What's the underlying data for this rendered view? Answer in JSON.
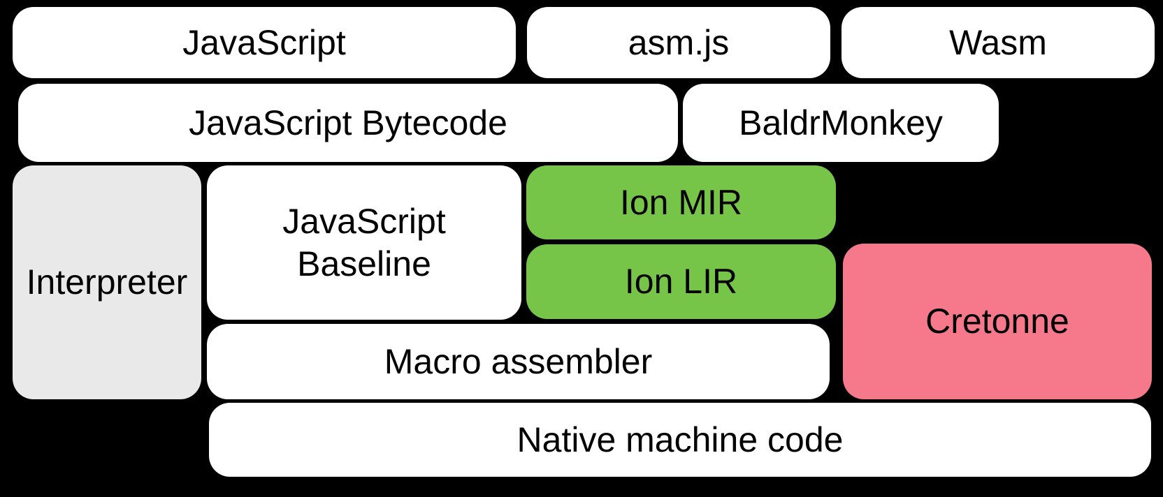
{
  "diagram": {
    "background": "#000000",
    "text_color": "#000000",
    "colors": {
      "white": "#ffffff",
      "gray": "#e9e9e9",
      "green": "#76c549",
      "pink": "#f5798a"
    },
    "boxes": {
      "javascript": {
        "label": "JavaScript",
        "color": "#ffffff"
      },
      "asmjs": {
        "label": "asm.js",
        "color": "#ffffff"
      },
      "wasm": {
        "label": "Wasm",
        "color": "#ffffff"
      },
      "bytecode": {
        "label": "JavaScript Bytecode",
        "color": "#ffffff"
      },
      "baldrmonkey": {
        "label": "BaldrMonkey",
        "color": "#ffffff"
      },
      "interpreter": {
        "label": "Interpreter",
        "color": "#e9e9e9"
      },
      "baseline": {
        "lines": [
          "JavaScript",
          "Baseline"
        ],
        "color": "#ffffff"
      },
      "ion_mir": {
        "label": "Ion MIR",
        "color": "#76c549"
      },
      "ion_lir": {
        "label": "Ion LIR",
        "color": "#76c549"
      },
      "cretonne": {
        "label": "Cretonne",
        "color": "#f5798a"
      },
      "macro_assembler": {
        "label": "Macro assembler",
        "color": "#ffffff"
      },
      "native": {
        "label": "Native machine code",
        "color": "#ffffff"
      }
    }
  }
}
